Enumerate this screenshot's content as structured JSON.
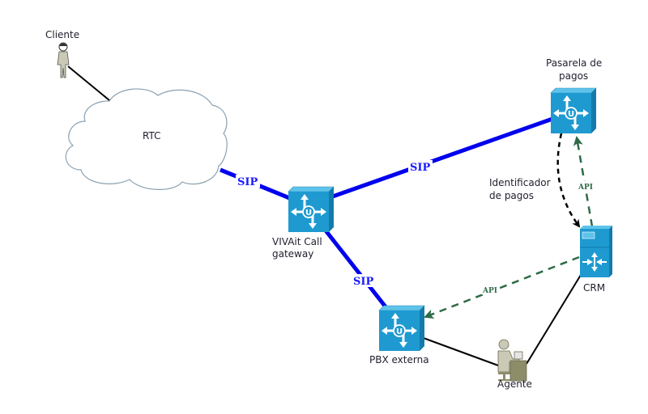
{
  "diagram": {
    "colors": {
      "sip_link": "#0000ee",
      "api_link": "#2e6b46",
      "plain_link": "#000000",
      "device_front": "#1e9ad0",
      "device_top": "#5ec3ea",
      "device_side": "#137bab",
      "person": "#c9c9b5",
      "agent": "#8d8d6a"
    },
    "nodes": {
      "cliente": {
        "label": "Cliente",
        "icon": "user-icon"
      },
      "rtc": {
        "label": "RTC",
        "icon": "cloud-icon"
      },
      "gateway": {
        "label_line1": "VIVAit Call",
        "label_line2": "gateway",
        "icon": "router-icon"
      },
      "pasarela": {
        "label_line1": "Pasarela de",
        "label_line2": "pagos",
        "icon": "router-icon"
      },
      "pbx": {
        "label": "PBX externa",
        "icon": "router-icon"
      },
      "crm": {
        "label": "CRM",
        "icon": "server-icon"
      },
      "agente": {
        "label": "Agente",
        "icon": "agent-workstation-icon"
      }
    },
    "links": [
      {
        "from": "cliente",
        "to": "rtc",
        "type": "plain"
      },
      {
        "from": "rtc",
        "to": "gateway",
        "type": "sip",
        "label": "SIP"
      },
      {
        "from": "gateway",
        "to": "pasarela",
        "type": "sip",
        "label": "SIP"
      },
      {
        "from": "gateway",
        "to": "pbx",
        "type": "sip",
        "label": "SIP"
      },
      {
        "from": "pasarela",
        "to": "crm",
        "type": "dashed-arrow",
        "label_line1": "Identificador",
        "label_line2": "de pagos"
      },
      {
        "from": "crm",
        "to": "pasarela",
        "type": "api-arrow",
        "label": "API"
      },
      {
        "from": "crm",
        "to": "pbx",
        "type": "api-arrow",
        "label": "API"
      },
      {
        "from": "pbx",
        "to": "agente",
        "type": "plain"
      },
      {
        "from": "agente",
        "to": "crm",
        "type": "plain"
      }
    ]
  }
}
